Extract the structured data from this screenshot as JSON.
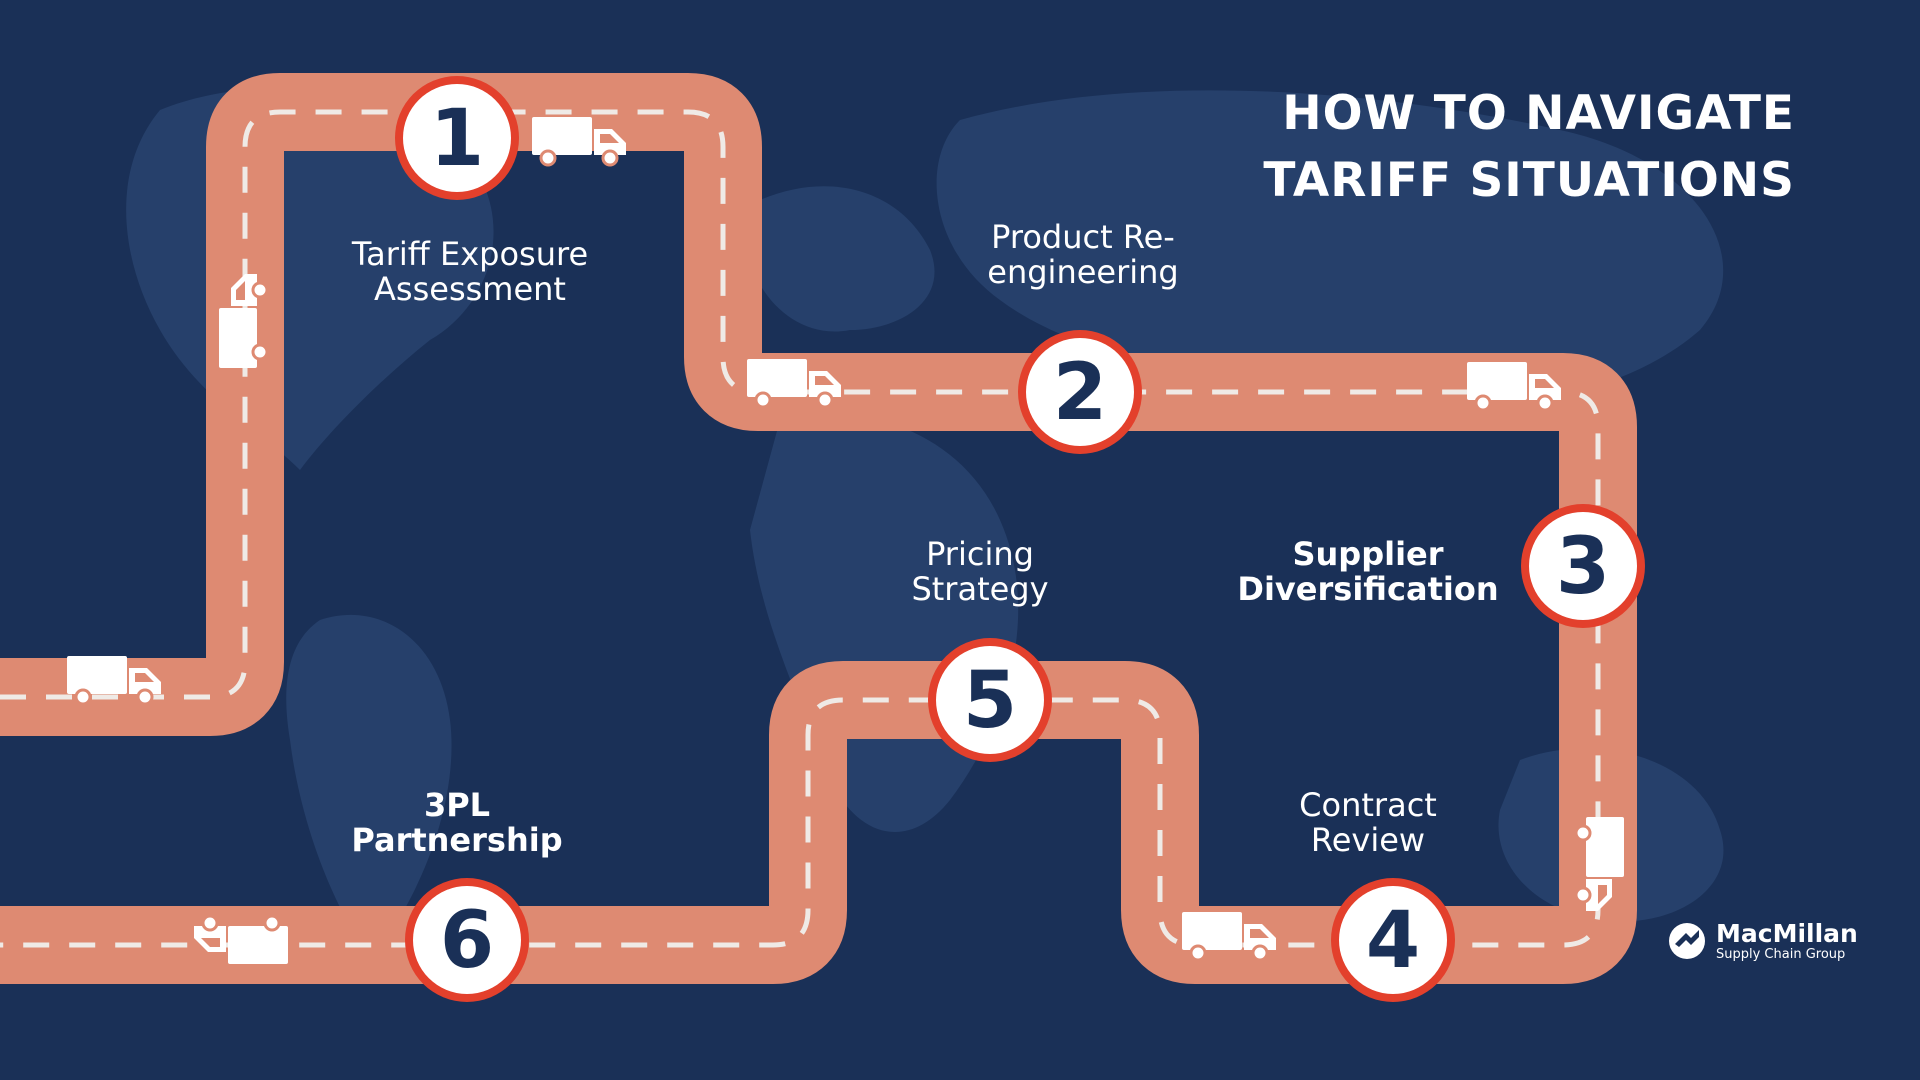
{
  "title": {
    "line1": "HOW TO NAVIGATE",
    "line2": "TARIFF SITUATIONS"
  },
  "colors": {
    "background": "#1a3057",
    "map": "#26406b",
    "road": "#de8a72",
    "road_dash": "#efeae6",
    "badge_ring": "#e3402c",
    "badge_fill": "#ffffff",
    "badge_number": "#1a3057",
    "text": "#ffffff"
  },
  "steps": [
    {
      "number": "1",
      "label_lines": [
        "Tariff Exposure",
        "Assessment"
      ]
    },
    {
      "number": "2",
      "label_lines": [
        "Product Re-",
        "engineering"
      ]
    },
    {
      "number": "3",
      "label_lines": [
        "Supplier",
        "Diversification"
      ]
    },
    {
      "number": "4",
      "label_lines": [
        "Contract",
        "Review"
      ]
    },
    {
      "number": "5",
      "label_lines": [
        "Pricing",
        "Strategy"
      ]
    },
    {
      "number": "6",
      "label_lines": [
        "3PL",
        "Partnership"
      ]
    }
  ],
  "icons": {
    "truck": "truck-icon",
    "logo": "macmillan-logo-icon"
  },
  "logo": {
    "name": "MacMillan",
    "tagline": "Supply Chain Group"
  }
}
